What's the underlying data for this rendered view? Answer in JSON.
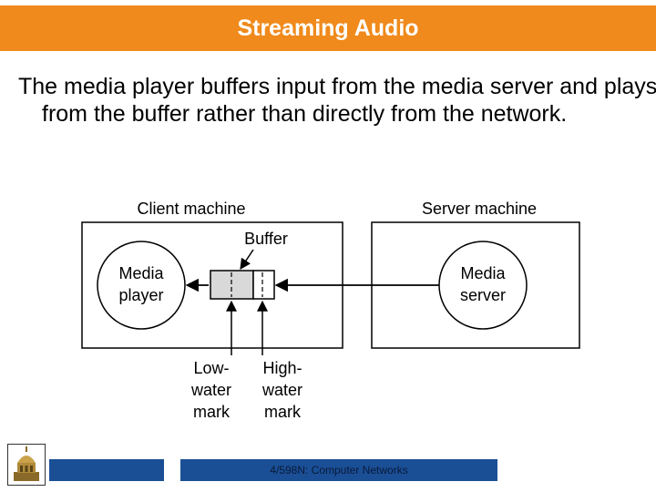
{
  "slide": {
    "title": "Streaming Audio",
    "body": "The media player buffers input from the media server and plays from the buffer rather than directly from the network."
  },
  "diagram": {
    "client_label": "Client machine",
    "server_label": "Server machine",
    "buffer_label": "Buffer",
    "player_line1": "Media",
    "player_line2": "player",
    "server_line1": "Media",
    "server_line2": "server",
    "low_line1": "Low-",
    "low_line2": "water",
    "low_line3": "mark",
    "high_line1": "High-",
    "high_line2": "water",
    "high_line3": "mark"
  },
  "footer": {
    "course": "4/598N: Computer Networks",
    "seal_icon": "dome-seal-icon",
    "bar_color": "#1a4f96"
  },
  "colors": {
    "title_bar": "#f08a1c",
    "title_text": "#ffffff",
    "buffer_fill": "#d9d9d9"
  }
}
